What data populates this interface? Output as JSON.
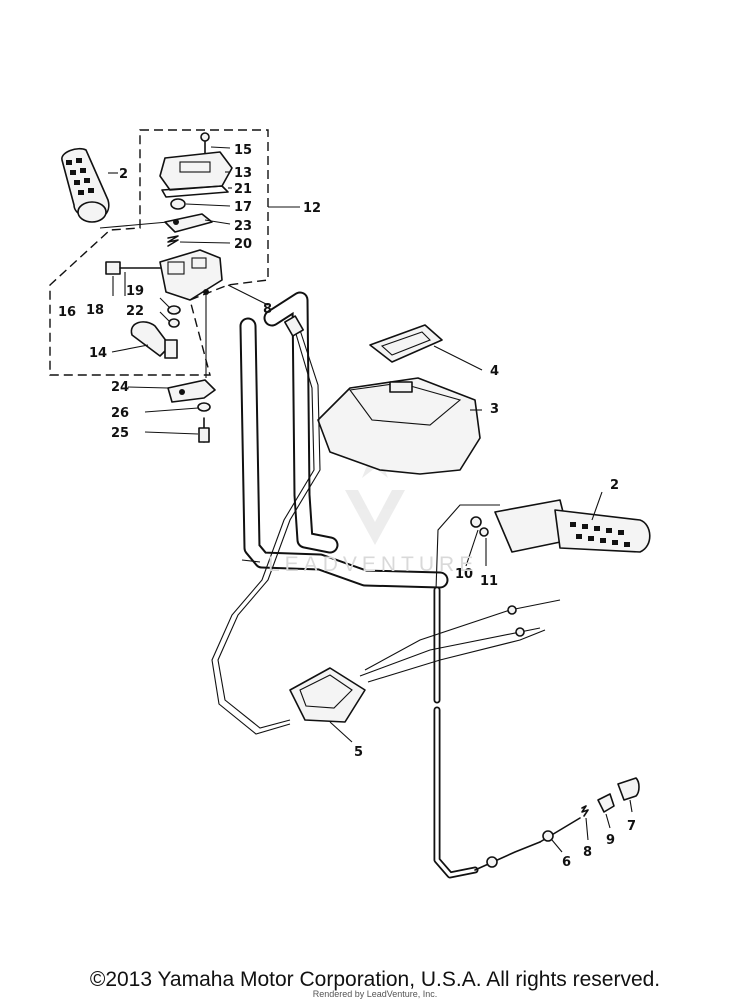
{
  "diagram": {
    "callouts": [
      {
        "id": "c15",
        "text": "15"
      },
      {
        "id": "c13",
        "text": "13"
      },
      {
        "id": "c21",
        "text": "21"
      },
      {
        "id": "c2a",
        "text": "2"
      },
      {
        "id": "c17",
        "text": "17"
      },
      {
        "id": "c12",
        "text": "12"
      },
      {
        "id": "c23",
        "text": "23"
      },
      {
        "id": "c20",
        "text": "20"
      },
      {
        "id": "c16",
        "text": "16"
      },
      {
        "id": "c18",
        "text": "18"
      },
      {
        "id": "c19",
        "text": "19"
      },
      {
        "id": "c22",
        "text": "22"
      },
      {
        "id": "c8a",
        "text": "8"
      },
      {
        "id": "c14",
        "text": "14"
      },
      {
        "id": "c4",
        "text": "4"
      },
      {
        "id": "c3",
        "text": "3"
      },
      {
        "id": "c24",
        "text": "24"
      },
      {
        "id": "c26",
        "text": "26"
      },
      {
        "id": "c25",
        "text": "25"
      },
      {
        "id": "c2b",
        "text": "2"
      },
      {
        "id": "c10",
        "text": "10"
      },
      {
        "id": "c11",
        "text": "11"
      },
      {
        "id": "c5",
        "text": "5"
      },
      {
        "id": "c7",
        "text": "7"
      },
      {
        "id": "c9",
        "text": "9"
      },
      {
        "id": "c8b",
        "text": "8"
      },
      {
        "id": "c6",
        "text": "6"
      }
    ]
  },
  "watermark": "LEADVENTURE",
  "footer": {
    "copyright": "©2013 Yamaha Motor Corporation, U.S.A. All rights reserved.",
    "rendered_by": "Rendered by LeadVenture, Inc."
  }
}
